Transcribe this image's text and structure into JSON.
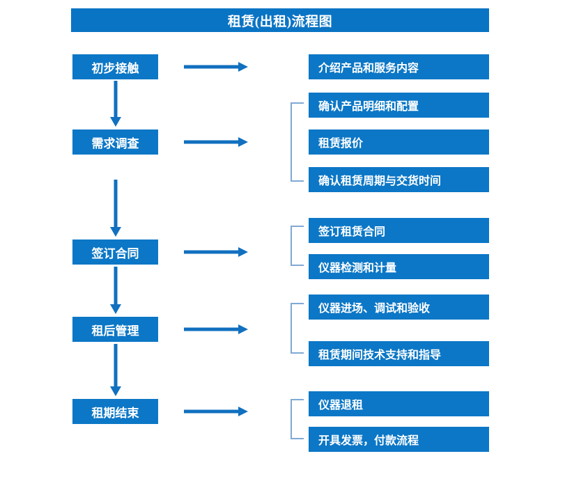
{
  "title": "租赁(出租)流程图",
  "colors": {
    "box_blue": "#0c77c6",
    "title_blue": "#0a74c4",
    "arrow_blue": "#1170bf",
    "bracket_blue": "#7fa9d4",
    "text_white": "#ffffff",
    "background": "#ffffff"
  },
  "stages": [
    {
      "label": "初步接触"
    },
    {
      "label": "需求调查"
    },
    {
      "label": "签订合同"
    },
    {
      "label": "租后管理"
    },
    {
      "label": "租期结束"
    }
  ],
  "details": [
    {
      "label": "介绍产品和服务内容"
    },
    {
      "label": "确认产品明细和配置"
    },
    {
      "label": "租赁报价"
    },
    {
      "label": "确认租赁周期与交货时间"
    },
    {
      "label": "签订租赁合同"
    },
    {
      "label": "仪器检测和计量"
    },
    {
      "label": "仪器进场、调试和验收"
    },
    {
      "label": "租赁期间技术支持和指导"
    },
    {
      "label": "仪器退租"
    },
    {
      "label": "开具发票，付款流程"
    }
  ],
  "chart_data": {
    "type": "flowchart",
    "title": "租赁(出租)流程图",
    "orientation": "vertical-with-branches",
    "nodes": [
      {
        "id": "s1",
        "column": "left",
        "label": "初步接触"
      },
      {
        "id": "s2",
        "column": "left",
        "label": "需求调查"
      },
      {
        "id": "s3",
        "column": "left",
        "label": "签订合同"
      },
      {
        "id": "s4",
        "column": "left",
        "label": "租后管理"
      },
      {
        "id": "s5",
        "column": "left",
        "label": "租期结束"
      },
      {
        "id": "d1",
        "column": "right",
        "label": "介绍产品和服务内容"
      },
      {
        "id": "d2",
        "column": "right",
        "label": "确认产品明细和配置"
      },
      {
        "id": "d3",
        "column": "right",
        "label": "租赁报价"
      },
      {
        "id": "d4",
        "column": "right",
        "label": "确认租赁周期与交货时间"
      },
      {
        "id": "d5",
        "column": "right",
        "label": "签订租赁合同"
      },
      {
        "id": "d6",
        "column": "right",
        "label": "仪器检测和计量"
      },
      {
        "id": "d7",
        "column": "right",
        "label": "仪器进场、调试和验收"
      },
      {
        "id": "d8",
        "column": "right",
        "label": "租赁期间技术支持和指导"
      },
      {
        "id": "d9",
        "column": "right",
        "label": "仪器退租"
      },
      {
        "id": "d10",
        "column": "right",
        "label": "开具发票，付款流程"
      }
    ],
    "edges": [
      {
        "from": "s1",
        "to": "s2",
        "type": "down-arrow"
      },
      {
        "from": "s2",
        "to": "s3",
        "type": "down-arrow"
      },
      {
        "from": "s3",
        "to": "s4",
        "type": "down-arrow"
      },
      {
        "from": "s4",
        "to": "s5",
        "type": "down-arrow"
      },
      {
        "from": "s1",
        "to": "d1",
        "type": "right-arrow"
      },
      {
        "from": "s2",
        "to": "bracket-1",
        "type": "right-arrow"
      },
      {
        "from": "s3",
        "to": "bracket-2",
        "type": "right-arrow"
      },
      {
        "from": "s4",
        "to": "bracket-3",
        "type": "right-arrow"
      },
      {
        "from": "s5",
        "to": "bracket-4",
        "type": "right-arrow"
      }
    ],
    "brackets": [
      {
        "id": "bracket-1",
        "groups": [
          "d2",
          "d3",
          "d4"
        ]
      },
      {
        "id": "bracket-2",
        "groups": [
          "d5",
          "d6"
        ]
      },
      {
        "id": "bracket-3",
        "groups": [
          "d7",
          "d8"
        ]
      },
      {
        "id": "bracket-4",
        "groups": [
          "d9",
          "d10"
        ]
      }
    ]
  }
}
